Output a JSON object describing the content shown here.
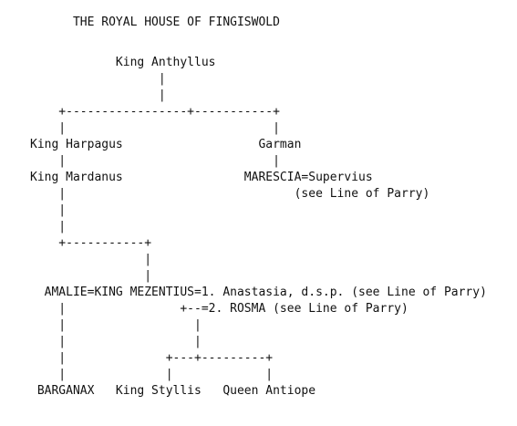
{
  "tree": {
    "lines": [
      "      THE ROYAL HOUSE OF FINGISWOLD",
      "",
      "            King Anthyllus",
      "                  |",
      "                  |",
      "    +-----------------+-----------+",
      "    |                             |",
      "King Harpagus                   Garman",
      "    |                             |",
      "King Mardanus                 MARESCIA=Supervius",
      "    |                                (see Line of Parry)",
      "    |",
      "    |",
      "    +-----------+",
      "                |",
      "                |",
      "  AMALIE=KING MEZENTIUS=1. Anastasia, d.s.p. (see Line of Parry)",
      "    |                +--=2. ROSMA (see Line of Parry)",
      "    |                  |",
      "    |                  |",
      "    |              +---+---------+",
      "    |              |             |",
      " BARGANAX   King Styllis   Queen Antiope"
    ]
  }
}
